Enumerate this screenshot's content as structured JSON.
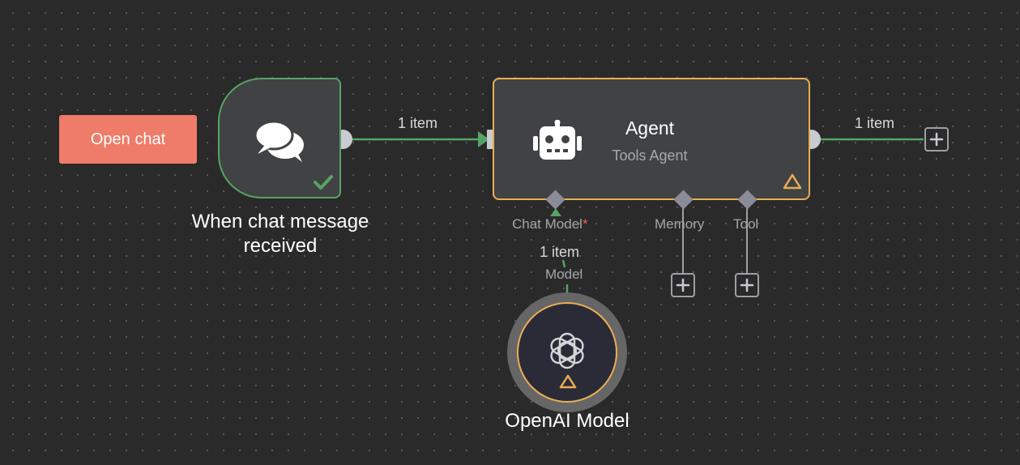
{
  "open_chat_button": {
    "label": "Open chat"
  },
  "trigger_node": {
    "name_line1": "When chat message",
    "name_line2": "received",
    "icon": "chat-bubbles-icon",
    "status": "success-check-icon"
  },
  "agent_node": {
    "title": "Agent",
    "subtitle": "Tools Agent",
    "icon": "robot-icon",
    "status": "warning-icon",
    "handles": {
      "chat_model": "Chat Model",
      "chat_model_required": "*",
      "memory": "Memory",
      "tool": "Tool"
    }
  },
  "connections": {
    "trigger_to_agent": "1 item",
    "agent_output": "1 item",
    "model_to_agent": "1 item",
    "model_output_label": "Model"
  },
  "openai_node": {
    "name": "OpenAI Model",
    "icon": "openai-logo-icon",
    "status": "warning-icon"
  },
  "colors": {
    "canvas_background": "#2a2a2a",
    "node_background": "#414243",
    "success": "#55a466",
    "warning": "#e9ae54",
    "open_chat_button": "#ef7c68",
    "handle": "#8c8c99",
    "required_marker": "#ef6050"
  }
}
